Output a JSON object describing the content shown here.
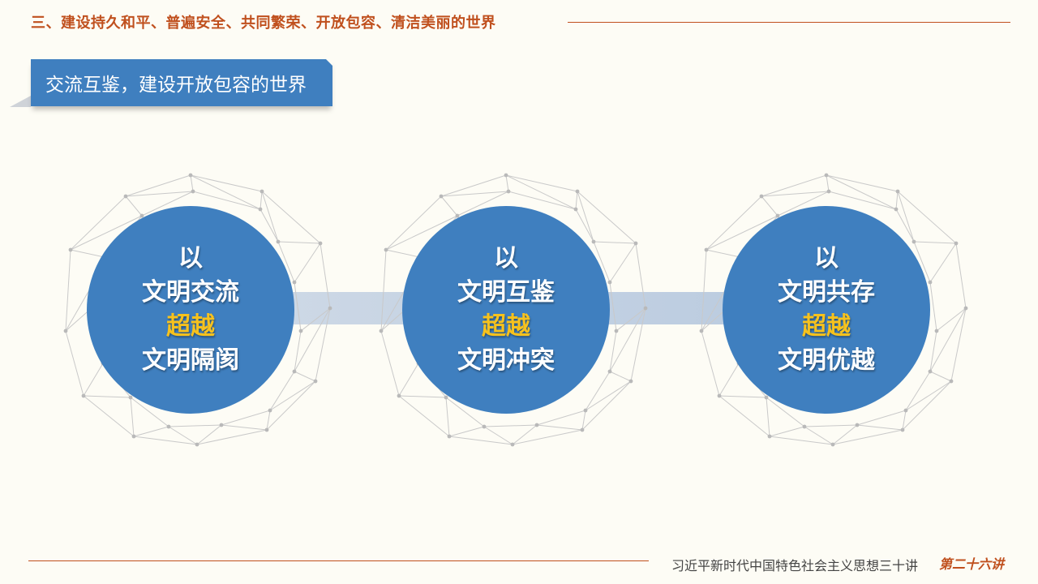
{
  "header": {
    "section_title": "三、建设持久和平、普遍安全、共同繁荣、开放包容、清洁美丽的世界"
  },
  "subtitle": "交流互鉴，建设开放包容的世界",
  "circles": [
    {
      "line1": "以",
      "line2": "文明交流",
      "line3": "超越",
      "line4": "文明隔阂"
    },
    {
      "line1": "以",
      "line2": "文明互鉴",
      "line3": "超越",
      "line4": "文明冲突"
    },
    {
      "line1": "以",
      "line2": "文明共存",
      "line3": "超越",
      "line4": "文明优越"
    }
  ],
  "footer": {
    "series": "习近平新时代中国特色社会主义思想三十讲",
    "lecture": "第二十六讲"
  },
  "colors": {
    "accent": "#c0501e",
    "circle": "#3f7fbf",
    "highlight": "#f7c21d",
    "background": "#fdfcf5"
  }
}
